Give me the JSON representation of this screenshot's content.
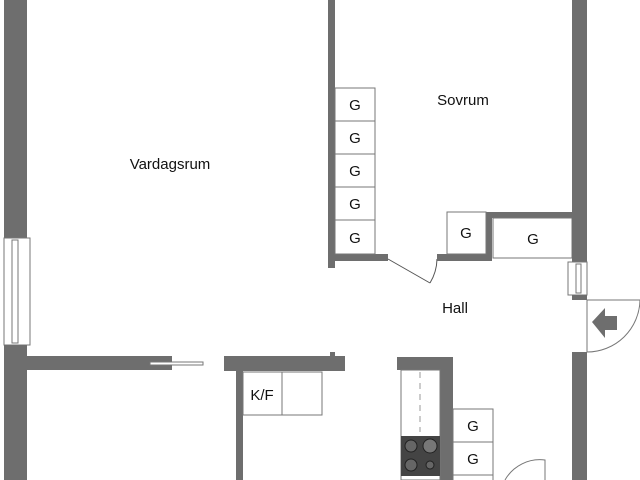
{
  "rooms": {
    "living_room": "Vardagsrum",
    "bedroom": "Sovrum",
    "hall": "Hall"
  },
  "fixtures": {
    "wardrobe_label": "G",
    "fridge_freezer_label": "K/F"
  },
  "colors": {
    "wall": "#6e6e6e",
    "stove": "#444444"
  }
}
